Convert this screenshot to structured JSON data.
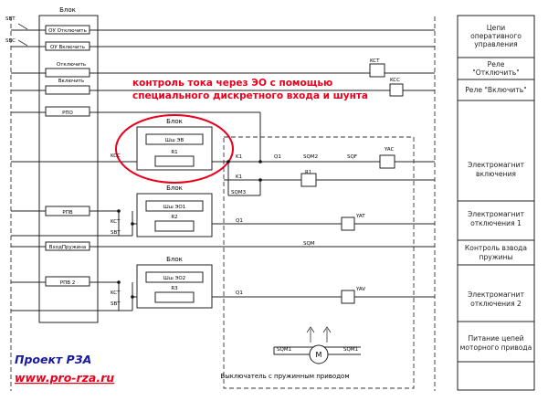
{
  "labels": {
    "block": "Блок",
    "cmd_off": "ОУ Отключить",
    "cmd_on": "ОУ Включить",
    "off_contact": "Отключить",
    "on_contact": "Включить",
    "rpo": "РПО",
    "rpv": "РПВ",
    "spring_input": "ВходПружина",
    "rpv2": "РПВ 2",
    "sbt": "SBT",
    "sbc": "SBC",
    "kcc": "KCC",
    "kct": "KCT",
    "shunt_eo": "Шш ЭВ",
    "shunt_eo1": "Шш ЭО1",
    "shunt_eo2": "Шш ЭО2",
    "r1": "R1",
    "r2": "R2",
    "r3": "R3",
    "k1": "K1",
    "q1": "Q1",
    "sqm": "SQM",
    "sqm1": "SQM1",
    "sqm2": "SQM2",
    "sqm3": "SQM3",
    "sqf": "SQF",
    "yac": "YAC",
    "ya7": "YAT",
    "yav": "YAV",
    "motor": "M",
    "breaker": "Выключатель с пружинным приводом"
  },
  "annotation": {
    "line1": "контроль тока через ЭО с помощью",
    "line2": "специального дискретного входа и шунта"
  },
  "panel_rows": [
    {
      "line1": "Цепи",
      "line2": "оперативного",
      "line3": "управления"
    },
    {
      "line1": "Реле",
      "line2": "\"Отключить\""
    },
    {
      "line1": "Реле \"Включить\""
    },
    {
      "line1": "Электромагнит",
      "line2": "включения"
    },
    {
      "line1": "Электромагнит",
      "line2": "отключения 1"
    },
    {
      "line1": "Контроль взвода",
      "line2": "пружины"
    },
    {
      "line1": "Электромагнит",
      "line2": "отключения 2"
    },
    {
      "line1": "Питание цепей",
      "line2": "моторного привода"
    }
  ],
  "brand": {
    "title": "Проект РЗА",
    "url": "www.pro-rza.ru"
  },
  "colors": {
    "annotation": "#e8001c",
    "brand": "#1a1aa0",
    "highlight": "#e8001c"
  }
}
